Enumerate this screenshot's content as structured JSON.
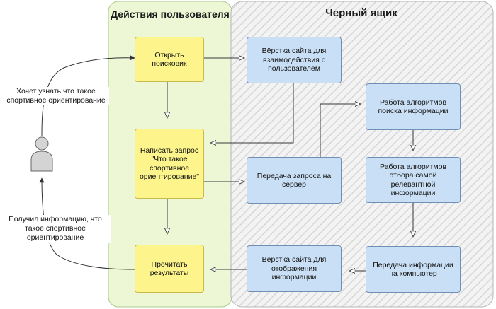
{
  "lanes": {
    "user": "Действия пользователя",
    "blackbox": "Черный ящик"
  },
  "nodes": {
    "open_search": "Открыть поисковик",
    "request": "Написать запрос \"Что такое спортивное ориентирование\"",
    "read_results": "Прочитать результаты",
    "layout_interaction": "Вёрстка сайта для взаимодействия с пользователем",
    "send_request": "Передача запроса на сервер",
    "search_algorithms": "Работа алгоритмов поиска информации",
    "selection_algorithms": "Работа алгоритмов отбора самой релевантной информации",
    "transfer_to_pc": "Передача информации на компьютер",
    "layout_display": "Вёрстка сайта для отображения информации"
  },
  "edge_labels": {
    "wants_to_know": "Хочет узнать что такое спортивное ориентирование",
    "got_info": "Получил информацию, что такое спортивное ориентирование"
  },
  "colors": {
    "user_lane": "#edf7d6",
    "blackbox_lane": "#ececec",
    "yellow_node": "#fdf58c",
    "blue_node": "#c9dff5"
  }
}
